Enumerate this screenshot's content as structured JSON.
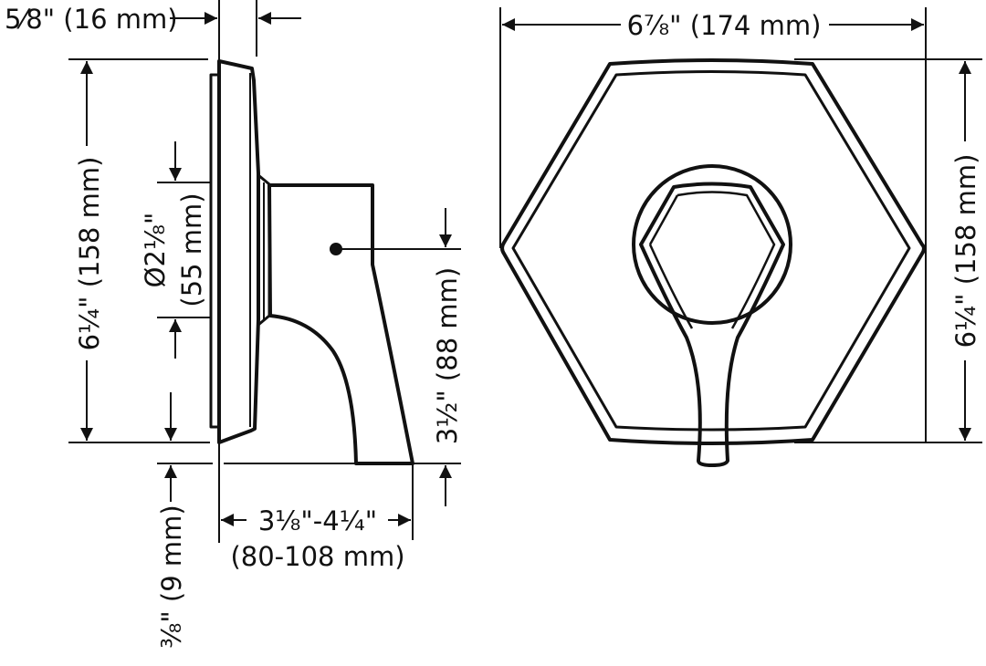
{
  "side_view": {
    "depth_label": "5⁄8\" (16 mm)",
    "height_label": "6¼\" (158 mm)",
    "diameter_label": "Ø2⅛\"",
    "diameter_mm_label": "(55 mm)",
    "offset_label": "⅜\" (9 mm)",
    "axis_height_label": "3½\" (88 mm)",
    "projection_label": "3⅛\"-4¼\"",
    "projection_mm_label": "(80-108 mm)"
  },
  "front_view": {
    "width_label": "6⅞\" (174 mm)",
    "height_label": "6¼\" (158 mm)"
  },
  "colors": {
    "line": "#111111",
    "background": "#ffffff"
  }
}
